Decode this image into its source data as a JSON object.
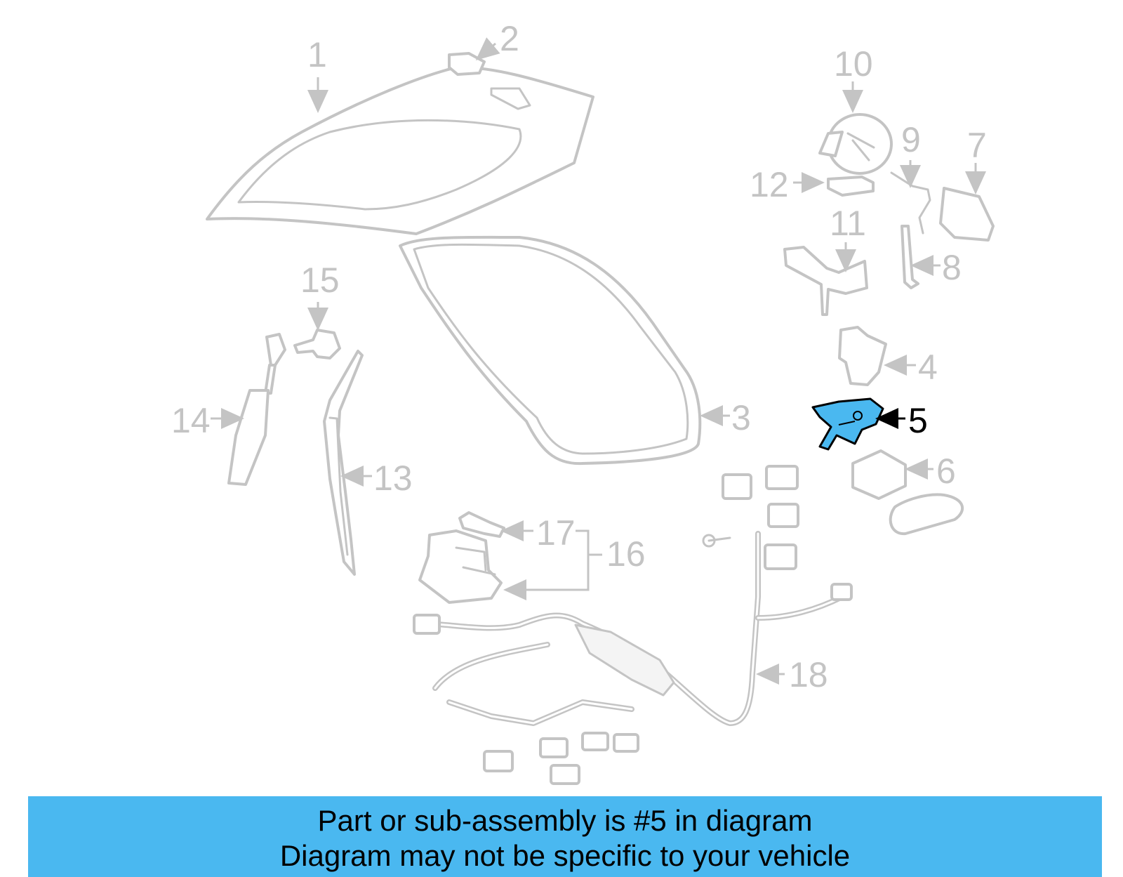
{
  "highlight": {
    "part": "5",
    "color": "#4ab8f0"
  },
  "callouts": [
    "1",
    "2",
    "3",
    "4",
    "5",
    "6",
    "7",
    "8",
    "9",
    "10",
    "11",
    "12",
    "13",
    "14",
    "15",
    "16",
    "17",
    "18"
  ],
  "colors": {
    "outline": "#c4c4c4",
    "banner": "#4ab8f0",
    "text_highlight": "#000000"
  },
  "banner": {
    "line1": "Part or sub-assembly is #5 in diagram",
    "line2": "Diagram may not be specific to your vehicle"
  }
}
